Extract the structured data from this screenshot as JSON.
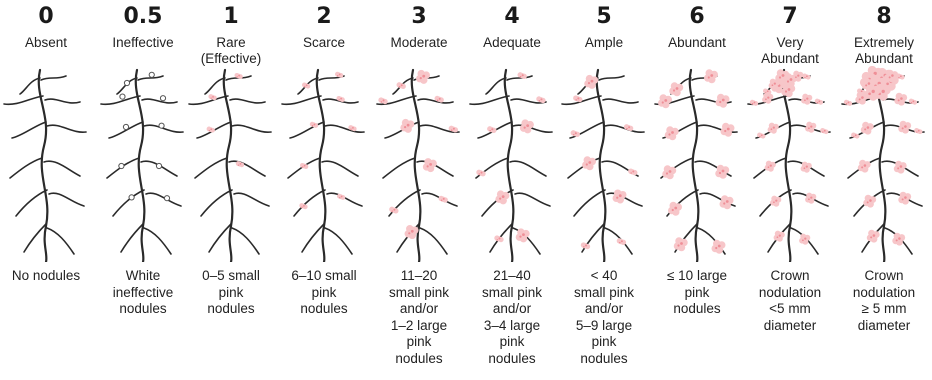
{
  "scale": [
    {
      "score": "0",
      "name": "Absent",
      "description": "No nodules",
      "nodule_type": "none"
    },
    {
      "score": "0.5",
      "name": "Ineffective",
      "description": "White\nineffective\nnodules",
      "nodule_type": "white"
    },
    {
      "score": "1",
      "name": "Rare\n(Effective)",
      "description": "0–5 small\npink\nnodules",
      "nodule_type": "small-pink"
    },
    {
      "score": "2",
      "name": "Scarce",
      "description": "6–10 small\npink\nnodules",
      "nodule_type": "small-pink"
    },
    {
      "score": "3",
      "name": "Moderate",
      "description": "11–20\nsmall pink\nand/or\n1–2 large\npink\nnodules",
      "nodule_type": "pink"
    },
    {
      "score": "4",
      "name": "Adequate",
      "description": "21–40\nsmall pink\nand/or\n3–4 large\npink\nnodules",
      "nodule_type": "pink"
    },
    {
      "score": "5",
      "name": "Ample",
      "description": "< 40\nsmall pink\nand/or\n5–9 large\npink\nnodules",
      "nodule_type": "pink"
    },
    {
      "score": "6",
      "name": "Abundant",
      "description": "≤ 10 large\npink\nnodules",
      "nodule_type": "large-pink"
    },
    {
      "score": "7",
      "name": "Very\nAbundant",
      "description": "Crown\nnodulation\n<5 mm\ndiameter",
      "nodule_type": "crown"
    },
    {
      "score": "8",
      "name": "Extremely\nAbundant",
      "description": "Crown\nnodulation\n≥ 5 mm\ndiameter",
      "nodule_type": "crown-large"
    }
  ],
  "colors": {
    "root": "#2a2a2a",
    "nodule_pink_fill": "#f7c6c9",
    "nodule_pink_dot": "#ef8f97",
    "nodule_white_stroke": "#555555"
  }
}
